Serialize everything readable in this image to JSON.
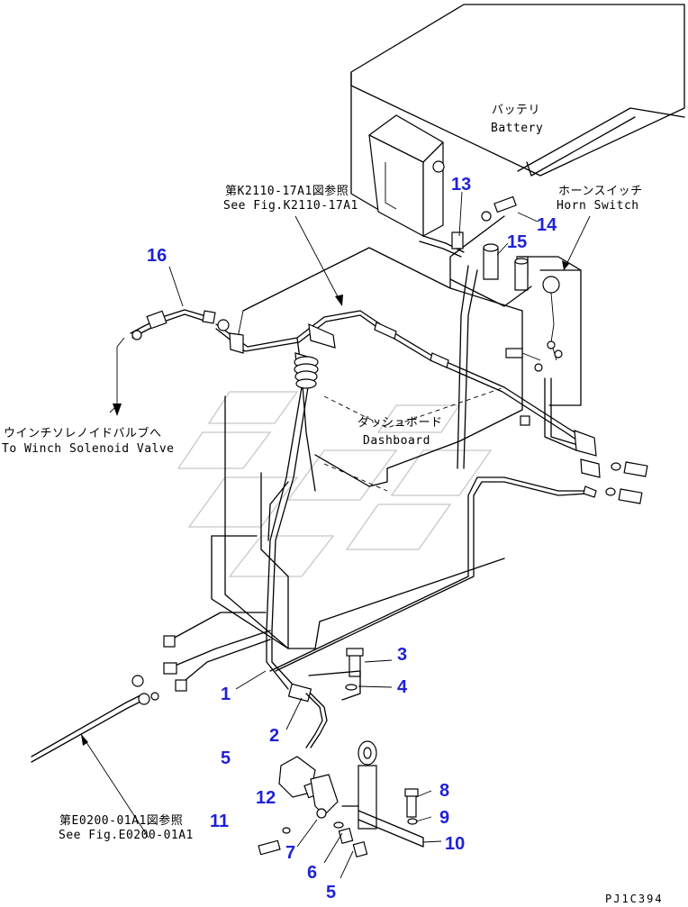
{
  "labels": {
    "battery_jp": "バッテリ",
    "battery_en": "Battery",
    "ref_k2110_jp": "第K2110-17A1図参照",
    "ref_k2110_en": "See Fig.K2110-17A1",
    "horn_switch_jp": "ホーンスイッチ",
    "horn_switch_en": "Horn Switch",
    "winch_jp": "ウインチソレノイドバルブへ",
    "winch_en": "To Winch Solenoid Valve",
    "dashboard_jp": "ダッシュボード",
    "dashboard_en": "Dashboard",
    "ref_e0200_jp": "第E0200-01A1図参照",
    "ref_e0200_en": "See Fig.E0200-01A1"
  },
  "callouts": [
    "1",
    "2",
    "3",
    "4",
    "5",
    "5",
    "6",
    "7",
    "8",
    "9",
    "10",
    "11",
    "12",
    "13",
    "14",
    "15",
    "16"
  ],
  "callout_color": "#1f22d6",
  "drawing_code": "PJ1C394"
}
